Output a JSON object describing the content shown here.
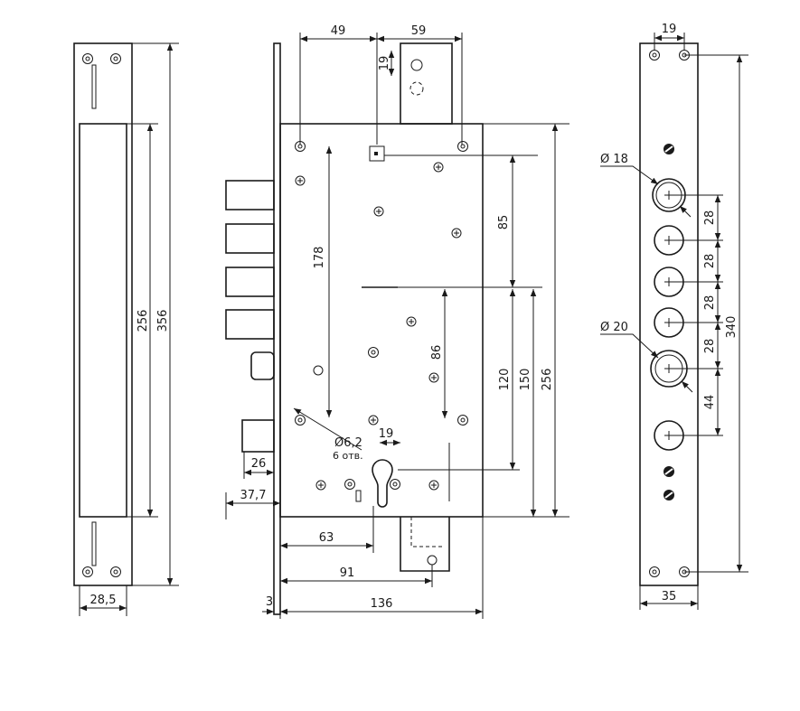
{
  "left_view": {
    "dims": {
      "inner_height": "256",
      "total_height": "356",
      "width": "28,5"
    }
  },
  "middle_view": {
    "dims": {
      "top_left": "49",
      "top_right": "59",
      "tab_hole": "19",
      "screw_span": "178",
      "upper": "85",
      "mid": "86",
      "d120": "120",
      "d150": "150",
      "body_height": "256",
      "cyl_width": "19",
      "hole_dia": "Ø6,2",
      "hole_count": "6 отв.",
      "bolt_len": "26",
      "backset_bolt": "37,7",
      "backset": "63",
      "d91": "91",
      "body_width": "136",
      "plate": "3"
    }
  },
  "right_view": {
    "dims": {
      "top": "19",
      "dia18": "Ø 18",
      "dia20": "Ø 20",
      "pitch": [
        "28",
        "28",
        "28",
        "28"
      ],
      "d44": "44",
      "length": "340",
      "width": "35"
    }
  }
}
